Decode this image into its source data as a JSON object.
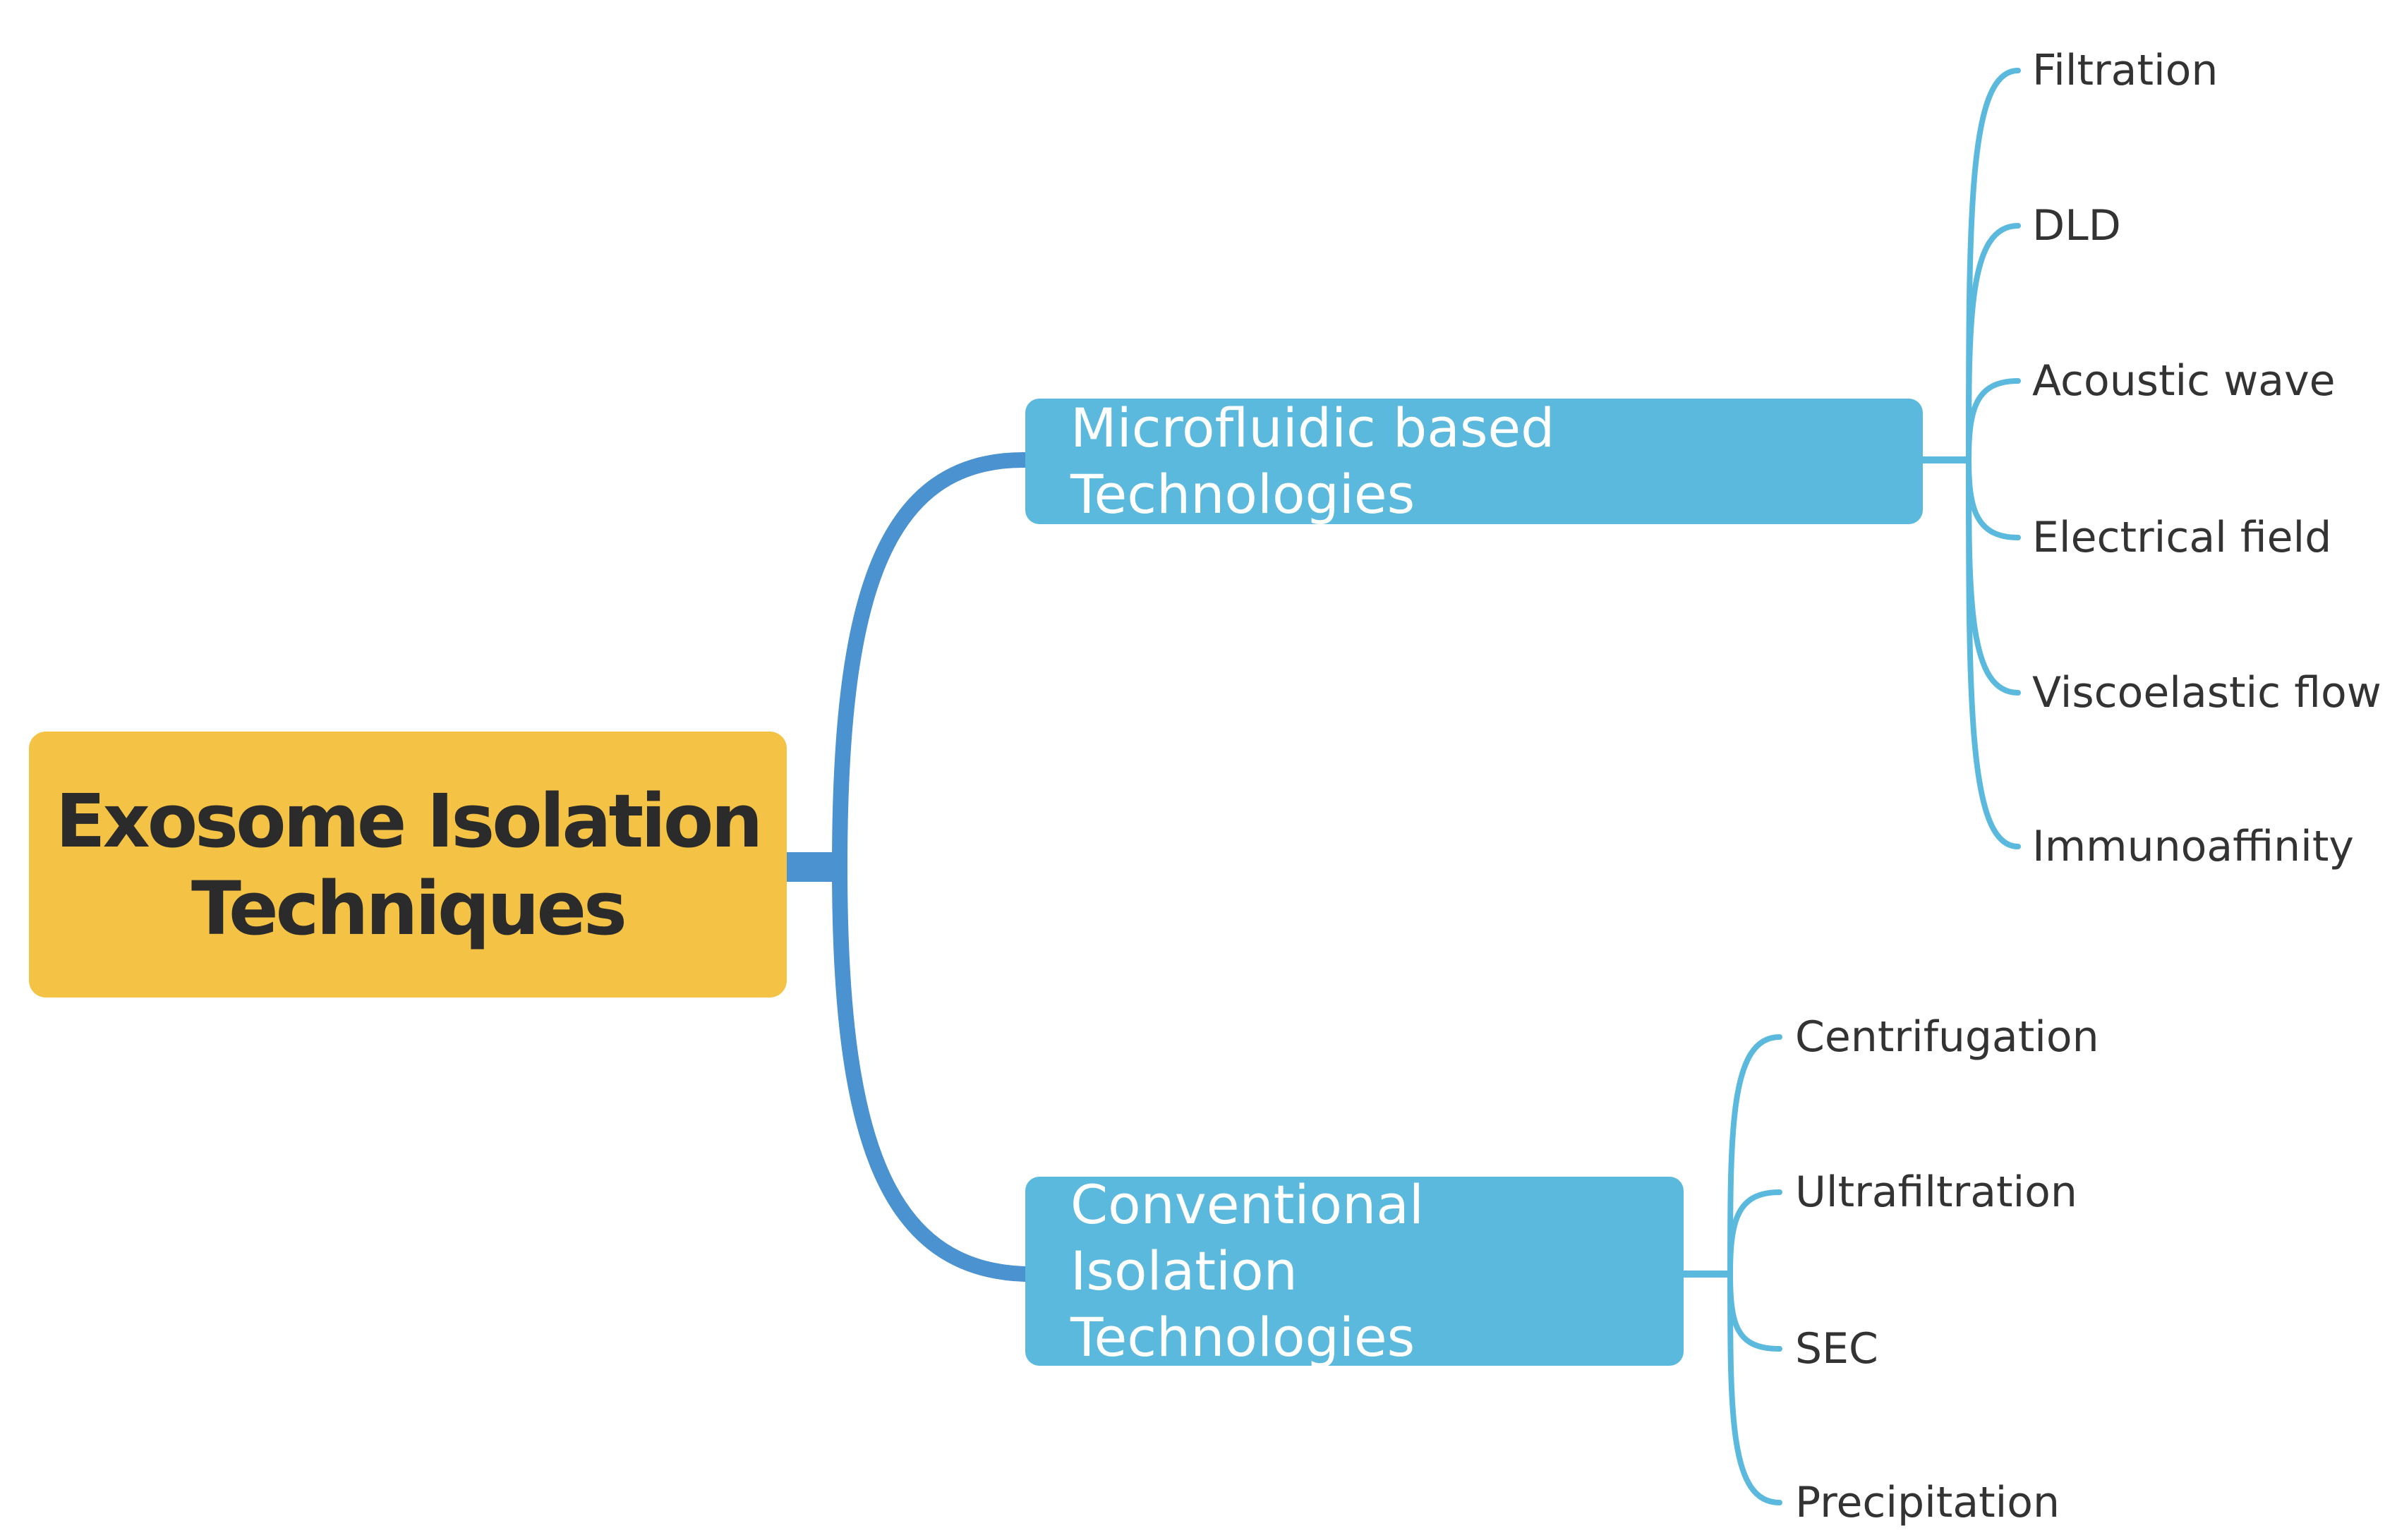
{
  "colors": {
    "root_fill": "#F4C244",
    "branch_fill": "#5BB9DE",
    "main_connector": "#4A92D0",
    "leaf_connector": "#5BB9DE"
  },
  "root": {
    "label_line1": "Exosome Isolation",
    "label_line2": "Techniques"
  },
  "branches": [
    {
      "label": "Microfluidic based Technologies",
      "children": [
        "Filtration",
        "DLD",
        "Acoustic wave",
        "Electrical field",
        "Viscoelastic flow",
        "Immunoaffinity"
      ]
    },
    {
      "label_line1": "Conventional Isolation",
      "label_line2": "Technologies",
      "children": [
        "Centrifugation",
        "Ultrafiltration",
        "SEC",
        "Precipitation"
      ]
    }
  ]
}
